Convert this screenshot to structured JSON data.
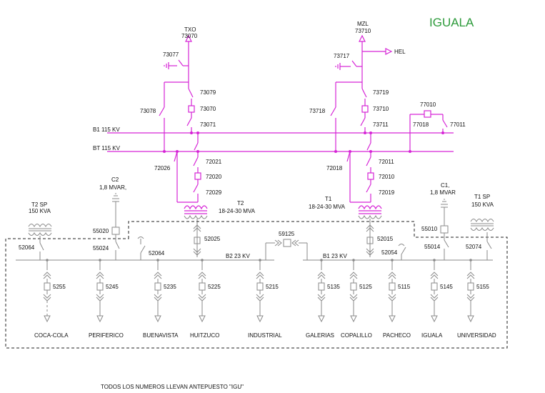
{
  "title": "IGUALA",
  "footnote": "TODOS LOS NUMEROS LLEVAN ANTEPUESTO \"IGU\"",
  "buses": {
    "b1_115": "B1 115 KV",
    "bt_115": "BT 115 KV",
    "b2_23": "B2 23 KV",
    "b1_23": "B1 23 KV"
  },
  "lines_115": {
    "txo": {
      "name": "TXO",
      "num": "73070",
      "gnd": "73077",
      "sw_top": "73079",
      "brk": "73070",
      "sw_bot": "73071",
      "bypass": "73078"
    },
    "mzl": {
      "name": "MZL",
      "num": "73710",
      "gnd": "73717",
      "sw_top": "73719",
      "brk": "73710",
      "sw_bot": "73711",
      "bypass": "73718",
      "hel": "HEL"
    },
    "tie": {
      "brk": "77010",
      "sw_left": "77018",
      "sw_right": "77011"
    }
  },
  "transformers": {
    "t2": {
      "name": "T2",
      "rating": "18-24-30 MVA",
      "sw_top": "72021",
      "brk": "72020",
      "sw_bot": "72029",
      "bypass": "72026",
      "brk_lv": "52025"
    },
    "t1": {
      "name": "T1",
      "rating": "18-24-30 MVA",
      "sw_top": "72011",
      "brk": "72010",
      "sw_bot": "72019",
      "bypass": "72018",
      "brk_lv": "52015"
    },
    "t2sp": {
      "name": "T2 SP",
      "rating": "150 KVA",
      "sw": "52064"
    },
    "t1sp": {
      "name": "T1 SP",
      "rating": "150 KVA",
      "sw": "52074"
    }
  },
  "capacitors": {
    "c2": {
      "name": "C2",
      "rating": "1,8 MVAR,",
      "brk": "55020",
      "sw": "55024"
    },
    "c1": {
      "name": "C1,",
      "rating": "1,8 MVAR",
      "brk": "55010",
      "sw": "55014"
    }
  },
  "tie_23": {
    "brk": "59125"
  },
  "bus_switches": {
    "left": "52064",
    "right": "52054"
  },
  "feeders": [
    {
      "num": "5255",
      "name": "COCA-COLA"
    },
    {
      "num": "5245",
      "name": "PERIFERICO"
    },
    {
      "num": "5235",
      "name": "BUENAVISTA"
    },
    {
      "num": "5225",
      "name": "HUITZUCO"
    },
    {
      "num": "5215",
      "name": "INDUSTRIAL"
    },
    {
      "num": "5135",
      "name": "GALERIAS"
    },
    {
      "num": "5125",
      "name": "COPALILLO"
    },
    {
      "num": "5115",
      "name": "PACHECO"
    },
    {
      "num": "5145",
      "name": "IGUALA"
    },
    {
      "num": "5155",
      "name": "UNIVERSIDAD"
    }
  ]
}
